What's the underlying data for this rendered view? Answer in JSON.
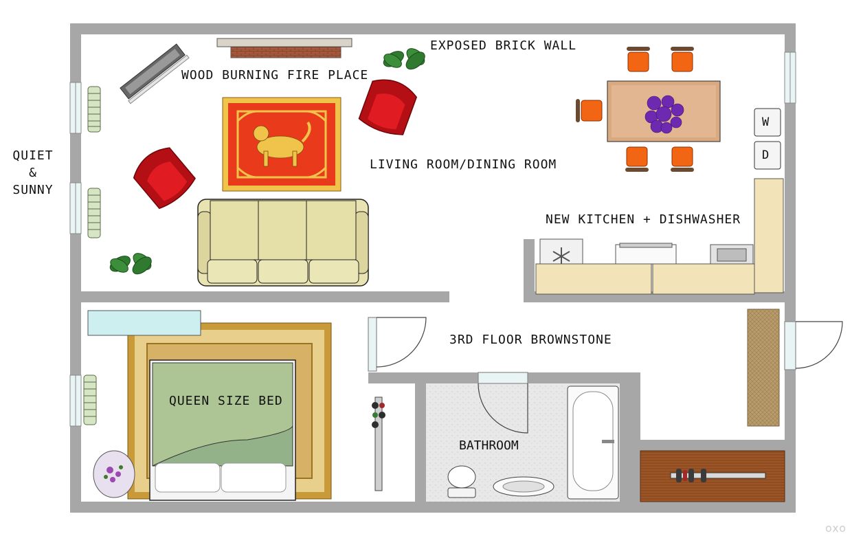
{
  "labels": {
    "quiet_sunny": "QUIET\n&\nSUNNY",
    "exposed_brick_wall": "EXPOSED BRICK WALL",
    "wood_burning_fireplace": "WOOD BURNING FIRE PLACE",
    "living_dining": "LIVING ROOM/DINING ROOM",
    "new_kitchen": "NEW KITCHEN + DISHWASHER",
    "third_floor": "3RD FLOOR BROWNSTONE",
    "queen_bed": "QUEEN SIZE BED",
    "bathroom": "BATHROOM",
    "washer": "W",
    "dryer": "D",
    "watermark": "oxo"
  },
  "colors": {
    "wall": "#a7a7a7",
    "floor": "#ffffff",
    "sofa": "#e8e3b0",
    "chair_red": "#d9151a",
    "rug_red": "#e93b1c",
    "rug_gold": "#f0c44a",
    "bed_green": "#adc495",
    "dining_table": "#d9a980",
    "dining_chair": "#f26513",
    "cabinet": "#f3e3b8",
    "bath_floor": "#e6e6e6",
    "entry_mat": "#a15a2a",
    "runner": "#b79969",
    "plant": "#2f7a2f",
    "window_glass": "#e9f4f4"
  }
}
